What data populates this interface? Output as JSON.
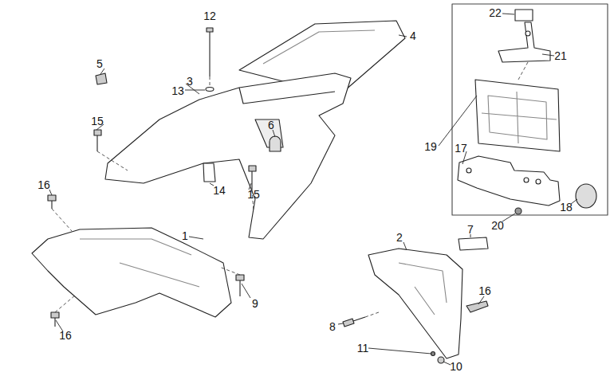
{
  "diagram": {
    "labels": [
      "22",
      "12",
      "4",
      "21",
      "5",
      "3",
      "13",
      "15",
      "6",
      "19",
      "17",
      "16",
      "14",
      "15",
      "18",
      "20",
      "7",
      "1",
      "2",
      "9",
      "16",
      "8",
      "16",
      "11",
      "10"
    ]
  }
}
